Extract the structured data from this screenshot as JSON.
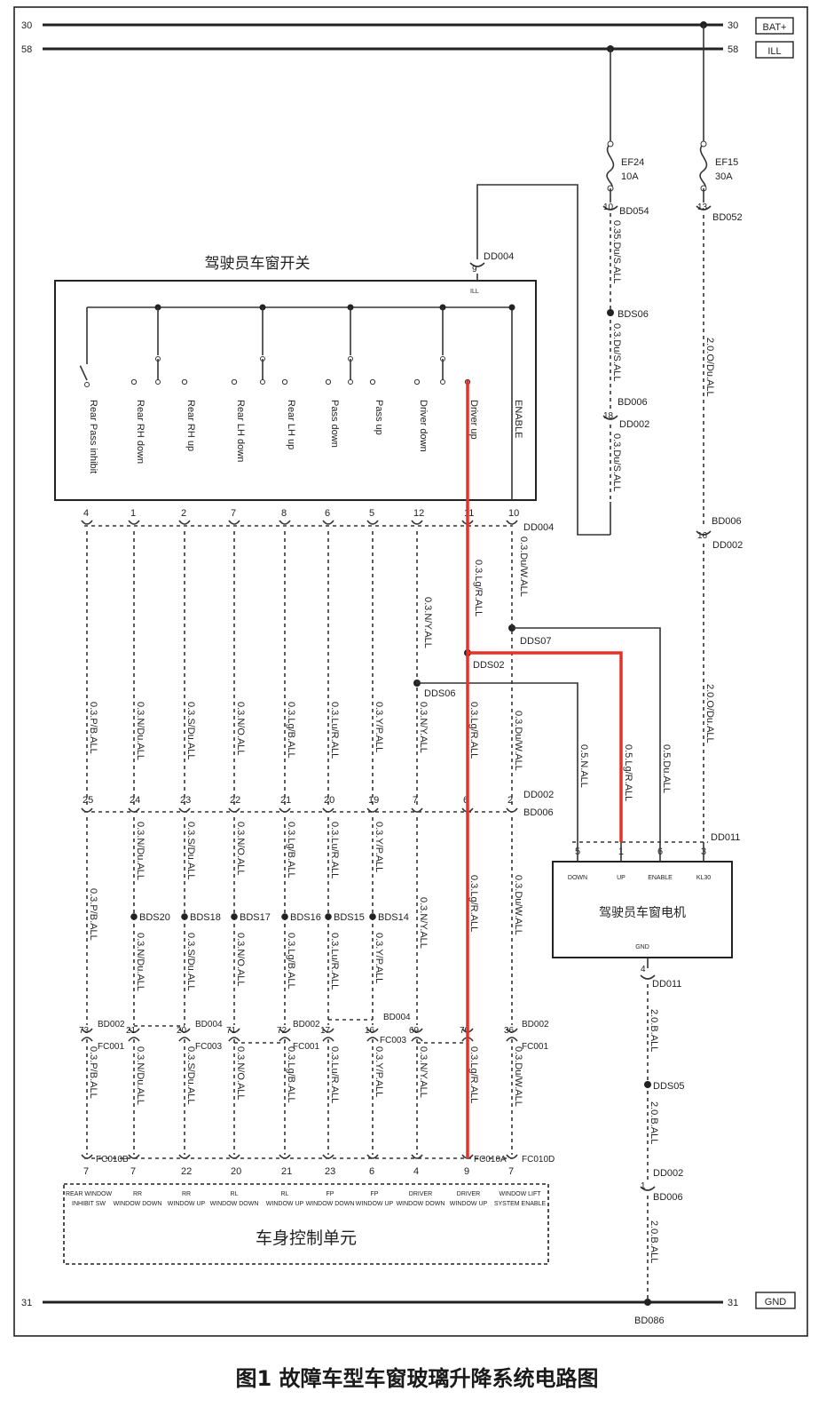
{
  "caption": "图1 故障车型车窗玻璃升降系统电路图",
  "colors": {
    "highlight": "#e53228",
    "wire": "#333333"
  },
  "rails": {
    "r30_left": "30",
    "r30_right": "30",
    "r30_label": "BAT+",
    "r58_left": "58",
    "r58_right": "58",
    "r58_label": "ILL",
    "r31_left": "31",
    "r31_right": "31",
    "r31_label": "GND",
    "ground_point": "BD086"
  },
  "fuses": {
    "ef24": "EF24",
    "ef24_amp": "10A",
    "ef15": "EF15",
    "ef15_amp": "30A"
  },
  "upper": {
    "p10": "10",
    "bd054": "BD054",
    "p13": "13",
    "bd052": "BD052",
    "w_035": "0.35.Du/S.ALL",
    "bds06": "BDS06",
    "w_03du_s1": "0.3.Du/S.ALL",
    "bd006a": "BD006",
    "p18": "18",
    "dd002a": "DD002",
    "w_03du_s2": "0.3.Du/S.ALL",
    "w_20o": "2.0.O/Du.ALL",
    "bd006b": "BD006",
    "p16": "16",
    "dd002b": "DD002",
    "w_20o_b": "2.0.O/Du.ALL",
    "p9": "9",
    "dd004": "DD004"
  },
  "switch_box": {
    "title": "驾驶员车窗开关",
    "ill": "ILL",
    "labels": [
      "Rear Pass inhibit",
      "Rear RH down",
      "Rear RH up",
      "Rear LH down",
      "Rear LH up",
      "Pass down",
      "Pass up",
      "Driver down",
      "Driver up",
      "ENABLE"
    ],
    "pins": [
      "4",
      "1",
      "2",
      "7",
      "8",
      "6",
      "5",
      "12",
      "11",
      "10"
    ],
    "conn": "DD004"
  },
  "mid": {
    "w_enable1": "0.3.Du/W.ALL",
    "w_lg1": "0.3.Lg/R.ALL",
    "w_ny1": "0.3.N/Y.ALL",
    "dds07": "DDS07",
    "dds02": "DDS02",
    "dds06": "DDS06",
    "wires_a": [
      "0.3.P/B.ALL",
      "0.3.N/Du.ALL",
      "0.3.S/Du.ALL",
      "0.3.N/O.ALL",
      "0.3.Lg/B.ALL",
      "0.3.Lu/R.ALL",
      "0.3.Y/P.ALL",
      "0.3.N/Y.ALL",
      "0.3.Lg/R.ALL",
      "0.3.Du/W.ALL"
    ],
    "w_05n": "0.5.N.ALL",
    "w_05lg": "0.5.Lg/R.ALL",
    "w_05du": "0.5.Du.ALL",
    "w_20o": "2.0.O/Du.ALL",
    "row2_pins": [
      "25",
      "24",
      "23",
      "22",
      "21",
      "20",
      "19",
      "7",
      "6",
      "2"
    ],
    "dd002": "DD002",
    "bd006": "BD006"
  },
  "motor": {
    "title": "驾驶员车窗电机",
    "pins": [
      "5",
      "1",
      "6",
      "3"
    ],
    "labels": [
      "DOWN",
      "UP",
      "ENABLE",
      "KL30"
    ],
    "gnd": "GND",
    "conn": "DD011",
    "gpin": "4",
    "gconn": "DD011",
    "w_20b1": "2.0.B.ALL",
    "dds05": "DDS05",
    "w_20b2": "2.0.B.ALL",
    "dd002": "DD002",
    "p1": "1",
    "bd006": "BD006",
    "w_20b3": "2.0.B.ALL"
  },
  "lower": {
    "wires_b": [
      "0.3.P/B.ALL",
      "0.3.N/Du.ALL",
      "0.3.S/Du.ALL",
      "0.3.N/O.ALL",
      "0.3.Lg/B.ALL",
      "0.3.Lu/R.ALL",
      "0.3.Y/P.ALL",
      "0.3.N/Y.ALL",
      "0.3.Lg/R.ALL",
      "0.3.Du/W.ALL"
    ],
    "splices": [
      "BDS20",
      "BDS18",
      "BDS17",
      "BDS16",
      "BDS15",
      "BDS14"
    ],
    "wires_c": [
      "0.3.N/Du.ALL",
      "0.3.S/Du.ALL",
      "0.3.N/O.ALL",
      "0.3.Lg/B.ALL",
      "0.3.Lu/R.ALL",
      "0.3.Y/P.ALL"
    ],
    "row3_pins": [
      "73",
      "21",
      "20",
      "71",
      "72",
      "17",
      "16",
      "69",
      "70",
      "36"
    ],
    "row3_labels": {
      "bd002a": "BD002",
      "fc001a": "FC001",
      "bd004a": "BD004",
      "fc003a": "FC003",
      "fc001b": "FC001",
      "bd002b": "BD002",
      "bd004b": "BD004",
      "fc003b": "FC003",
      "bd002c": "BD002",
      "fc001c": "FC001"
    },
    "wires_d": [
      "0.3.P/B.ALL",
      "0.3.N/Du.ALL",
      "0.3.S/Du.ALL",
      "0.3.N/O.ALL",
      "0.3.Lg/B.ALL",
      "0.3.Lu/R.ALL",
      "0.3.Y/P.ALL",
      "0.3.N/Y.ALL",
      "0.3.Lg/R.ALL",
      "0.3.Du/W.ALL"
    ],
    "row4_pins": [
      "7",
      "7",
      "22",
      "20",
      "21",
      "23",
      "6",
      "4",
      "9",
      "7"
    ],
    "fc010b": "FC010B",
    "fc010a": "FC010A",
    "fc010d": "FC010D"
  },
  "bcm": {
    "title": "车身控制单元",
    "labels": [
      [
        "REAR WINDOW",
        "INHIBIT SW"
      ],
      [
        "RR",
        "WINDOW DOWN"
      ],
      [
        "RR",
        "WINDOW UP"
      ],
      [
        "RL",
        "WINDOW DOWN"
      ],
      [
        "RL",
        "WINDOW UP"
      ],
      [
        "FP",
        "WINDOW DOWN"
      ],
      [
        "FP",
        "WINDOW UP"
      ],
      [
        "DRIVER",
        "WINDOW DOWN"
      ],
      [
        "DRIVER",
        "WINDOW UP"
      ],
      [
        "WINDOW LIFT",
        "SYSTEM ENABLE"
      ]
    ]
  }
}
